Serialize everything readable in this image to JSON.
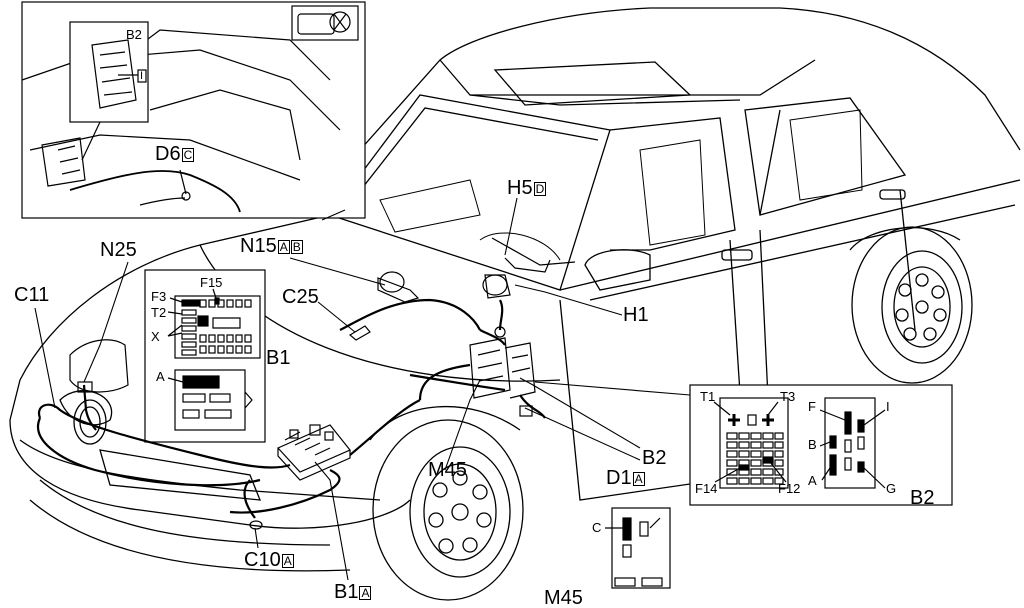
{
  "labels": {
    "B2_inset": "B2",
    "I_inset": "I",
    "D6": "D6",
    "D6_box": "C",
    "N25": "N25",
    "C11": "C11",
    "N15": "N15",
    "N15_box1": "A",
    "N15_box2": "B",
    "C25": "C25",
    "H5": "H5",
    "H5_box": "D",
    "H1": "H1",
    "B1": "B1",
    "F15": "F15",
    "F3": "F3",
    "T2": "T2",
    "X": "X",
    "A_b1": "A",
    "M45_main": "M45",
    "B2_main": "B2",
    "D1": "D1",
    "D1_box": "A",
    "C10": "C10",
    "C10_box": "A",
    "B1_bottom": "B1",
    "B1_bottom_box": "A",
    "M45_bottom": "M45",
    "C_m45": "C",
    "T1": "T1",
    "T3": "T3",
    "F14": "F14",
    "F12": "F12",
    "F_b2": "F",
    "I_b2": "I",
    "B_b2": "B",
    "A_b2": "A",
    "G_b2": "G",
    "B2_right": "B2"
  }
}
